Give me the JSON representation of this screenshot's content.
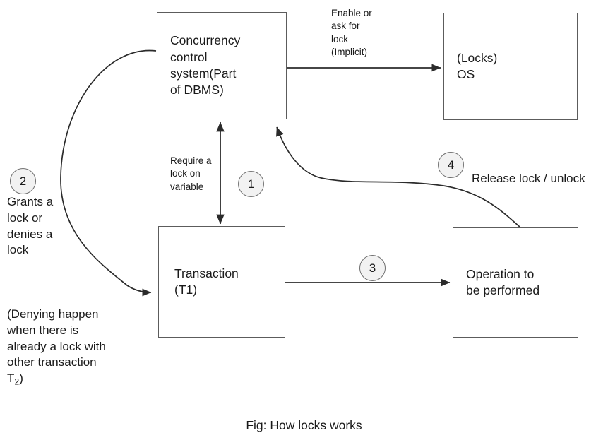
{
  "figure": {
    "caption": "Fig: How locks works",
    "stroke_color": "#5c5c5c",
    "text_color": "#1a1a1a",
    "badge_fill": "#f2f2f2",
    "background": "#ffffff"
  },
  "nodes": {
    "concurrency_control": {
      "label": "Concurrency\ncontrol\nsystem(Part\nof DBMS)"
    },
    "locks_os": {
      "label": "(Locks)\nOS"
    },
    "transaction": {
      "label": "Transaction\n(T1)"
    },
    "operation": {
      "label": "Operation to\nbe performed"
    }
  },
  "edge_labels": {
    "enable_or_ask": "Enable or\nask for\nlock\n(Implicit)",
    "require_lock": "Require a\nlock on\nvariable",
    "release_lock": "Release lock / unlock"
  },
  "annotations": {
    "grants_or_denies": "Grants a\nlock or\ndenies a\nlock",
    "denying_note_main": "(Denying happen\nwhen there is\nalready a lock with\nother transaction\nT",
    "denying_note_sub": "2",
    "denying_note_tail": ")"
  },
  "steps": {
    "one": "1",
    "two": "2",
    "three": "3",
    "four": "4"
  }
}
